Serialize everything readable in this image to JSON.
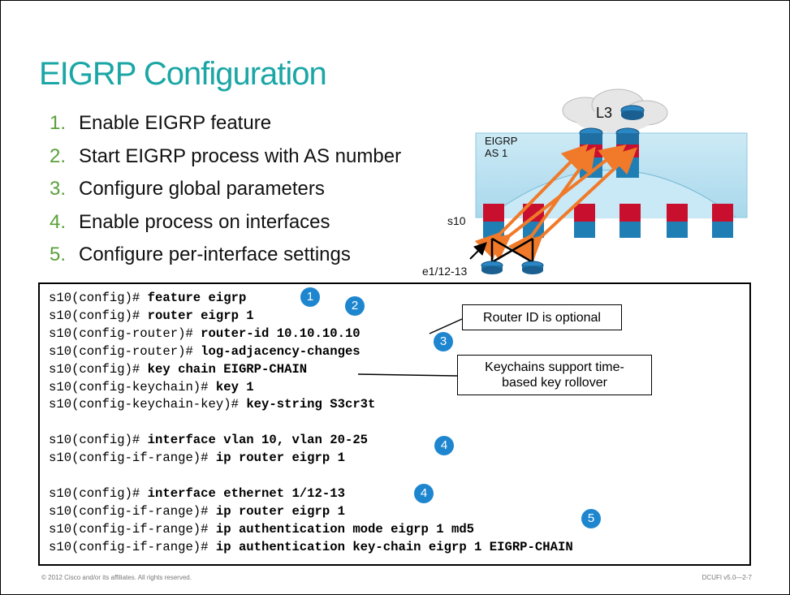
{
  "slide": {
    "title": "EIGRP Configuration",
    "steps": [
      {
        "num": "1.",
        "text": "Enable EIGRP feature"
      },
      {
        "num": "2.",
        "text": "Start EIGRP process with AS number"
      },
      {
        "num": "3.",
        "text": "Configure global parameters"
      },
      {
        "num": "4.",
        "text": "Enable process on interfaces"
      },
      {
        "num": "5.",
        "text": "Configure per-interface settings"
      }
    ],
    "diagram": {
      "cloud_label": "L3",
      "domain_label": "EIGRP",
      "as_label": "AS 1",
      "switch_label": "s10",
      "interface_label": "e1/12-13"
    },
    "code": [
      {
        "prompt": "s10(config)# ",
        "cmd": "feature eigrp"
      },
      {
        "prompt": "s10(config)# ",
        "cmd": "router eigrp 1"
      },
      {
        "prompt": "s10(config-router)# ",
        "cmd": "router-id 10.10.10.10"
      },
      {
        "prompt": "s10(config-router)# ",
        "cmd": "log-adjacency-changes"
      },
      {
        "prompt": "s10(config)# ",
        "cmd": "key chain EIGRP-CHAIN"
      },
      {
        "prompt": "s10(config-keychain)# ",
        "cmd": "key 1"
      },
      {
        "prompt": "s10(config-keychain-key)# ",
        "cmd": "key-string S3cr3t"
      },
      {
        "prompt": "",
        "cmd": ""
      },
      {
        "prompt": "s10(config)# ",
        "cmd": "interface vlan 10, vlan 20-25"
      },
      {
        "prompt": "s10(config-if-range)# ",
        "cmd": "ip router eigrp 1"
      },
      {
        "prompt": "",
        "cmd": ""
      },
      {
        "prompt": "s10(config)# ",
        "cmd": "interface ethernet 1/12-13"
      },
      {
        "prompt": "s10(config-if-range)# ",
        "cmd": "ip router eigrp 1"
      },
      {
        "prompt": "s10(config-if-range)# ",
        "cmd": "ip authentication mode eigrp 1 md5"
      },
      {
        "prompt": "s10(config-if-range)# ",
        "cmd": "ip authentication key-chain eigrp 1 EIGRP-CHAIN"
      }
    ],
    "badges": [
      "1",
      "2",
      "3",
      "4",
      "4",
      "5"
    ],
    "callouts": {
      "router_id": "Router ID is optional",
      "keychain_line1": "Keychains support time-",
      "keychain_line2": "based key rollover"
    },
    "footer": {
      "copyright": "© 2012 Cisco and/or its affiliates. All rights reserved.",
      "course": "DCUFI v5.0—2-7"
    },
    "colors": {
      "title": "#1ba6a6",
      "step_number": "#5aa03a",
      "badge": "#1e86cf",
      "eigrp_area": "#b9e3f1",
      "switch_red": "#c8102e",
      "switch_blue": "#1f7fb5",
      "arrow_orange": "#f07a2a"
    }
  }
}
